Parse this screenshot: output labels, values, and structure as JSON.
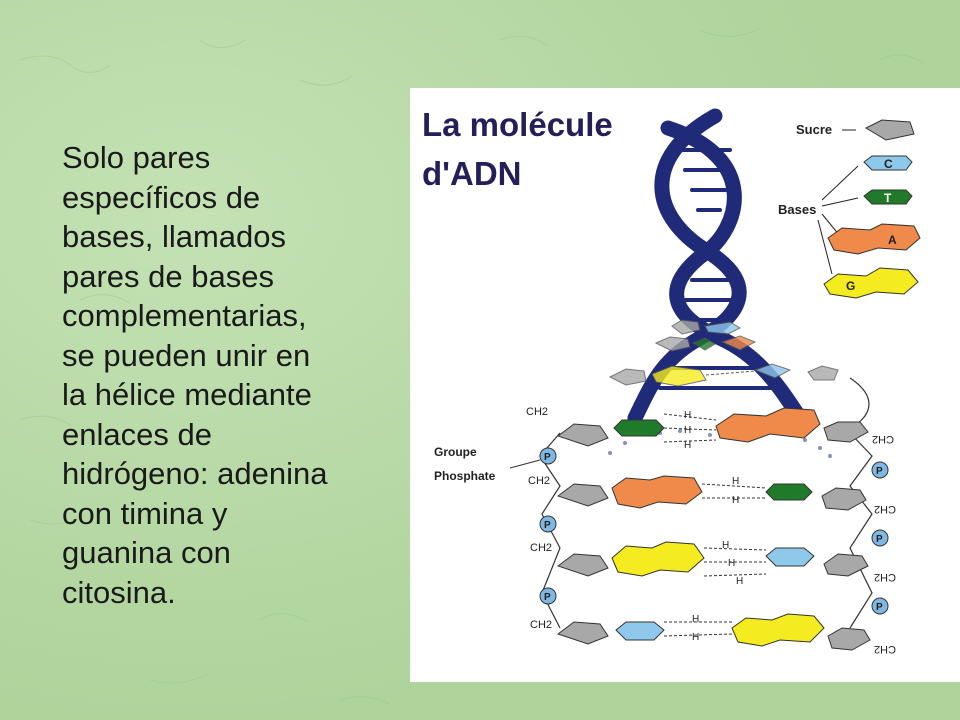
{
  "slide": {
    "body_text": "Solo pares\nespecíficos de\nbases, llamados\npares de bases\ncomplementarias,\nse pueden unir en\nla hélice mediante\nenlaces de\nhidrógeno: adenina\ncon timina y\nguanina con\ncitosina.",
    "background_color": "#b9dca8"
  },
  "diagram": {
    "title_line1": "La molécule",
    "title_line2": "d'ADN",
    "legend": {
      "sucre": "Sucre",
      "bases": "Bases",
      "c": "C",
      "t": "T",
      "a": "A",
      "g": "G"
    },
    "labels": {
      "groupe": "Groupe",
      "phosphate": "Phosphate",
      "ch2": "CH2",
      "p": "P",
      "h": "H"
    },
    "colors": {
      "helix": "#1f2a78",
      "sugar": "#a8a8a8",
      "cytosine": "#8ec8ea",
      "thymine": "#1f7a2a",
      "adenine": "#f08a4a",
      "guanine": "#f5ec20",
      "phosphate": "#7fb8e0",
      "title": "#231f5a"
    },
    "pairs": [
      {
        "left": "thymine",
        "right": "adenine",
        "h_bonds": 3
      },
      {
        "left": "adenine",
        "right": "thymine",
        "h_bonds": 2
      },
      {
        "left": "guanine",
        "right": "cytosine",
        "h_bonds": 3
      },
      {
        "left": "cytosine",
        "right": "guanine",
        "h_bonds": 2
      }
    ]
  }
}
